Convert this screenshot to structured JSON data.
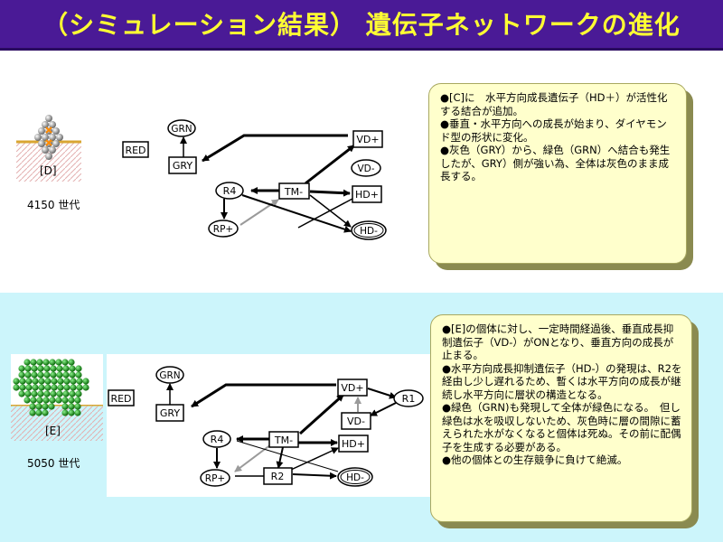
{
  "title": "（シミュレーション結果） 遺伝子ネットワークの進化",
  "top": {
    "specimen_label": "[D]",
    "generation": "4150 世代",
    "nodes": {
      "red": "RED",
      "grn": "GRN",
      "gry": "GRY",
      "vd_plus": "VD+",
      "vd_minus": "VD-",
      "r4": "R4",
      "tm_minus": "TM-",
      "hd_plus": "HD+",
      "rp_plus": "RP+",
      "hd_minus": "HD-"
    },
    "notes": [
      "●[C]に　水平方向成長遺伝子（HD＋）が活性化する結合が追加。",
      "●垂直・水平方向への成長が始まり、ダイヤモンド型の形状に変化。",
      "●灰色（GRY）から、緑色（GRN）へ結合も発生したが、GRY）側が強い為、全体は灰色のまま成長する。"
    ]
  },
  "bottom": {
    "specimen_label": "[E]",
    "generation": "5050 世代",
    "nodes": {
      "red": "RED",
      "grn": "GRN",
      "gry": "GRY",
      "vd_plus": "VD+",
      "r1": "R1",
      "vd_minus": "VD-",
      "r4": "R4",
      "tm_minus": "TM-",
      "hd_plus": "HD+",
      "rp_plus": "RP+",
      "r2": "R2",
      "hd_minus": "HD-"
    },
    "notes": [
      "●[E]の個体に対し、一定時間経過後、垂直成長抑制遺伝子（VD-）がONとなり、垂直方向の成長が止まる。",
      "●水平方向成長抑制遺伝子（HD-）の発現は、R2を経由し少し遅れるため、暫くは水平方向の成長が継続し水平方向に層状の構造となる。",
      "●緑色（GRN)も発現して全体が緑色になる。　但し緑色は水を吸収しないため、灰色時に層の間隙に蓄えられた水がなくなると個体は死ぬ。その前に配偶子を生成する必要がある。",
      "●他の個体との生存競争に負けて絶滅。"
    ]
  },
  "colors": {
    "title_bg": "#4a1a96",
    "title_text": "#ffff33",
    "bottom_bg": "#ccf5fb",
    "note_bg": "#ffffcc",
    "ground": "#d9a632",
    "green": "#1e9a1e",
    "gray": "#9a9a9a"
  }
}
